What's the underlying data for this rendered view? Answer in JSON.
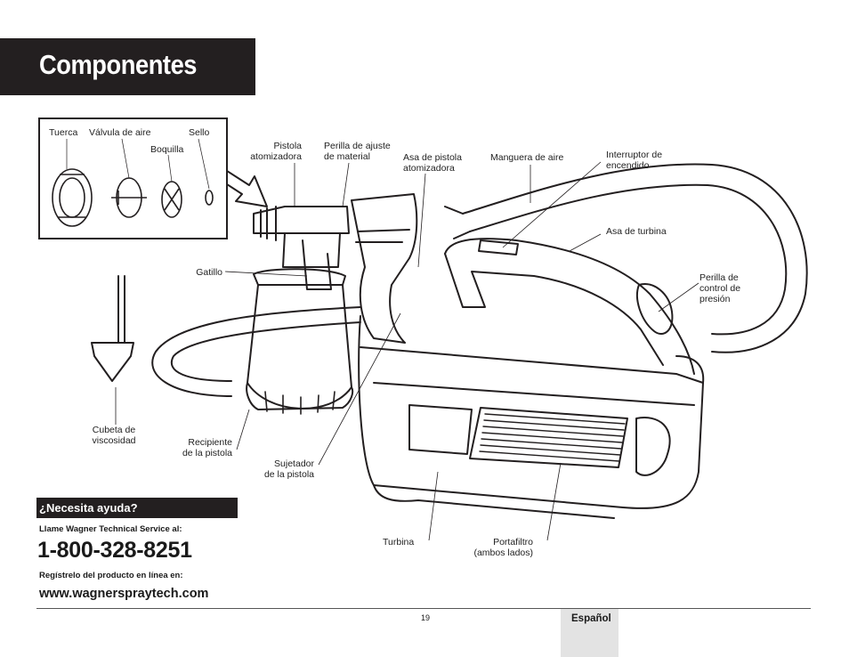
{
  "header": {
    "title": "Componentes"
  },
  "inset": {
    "labels": {
      "tuerca": "Tuerca",
      "valvula": "Válvula de aire",
      "sello": "Sello",
      "boquilla": "Boquilla"
    }
  },
  "labels": {
    "pistola": "Pistola\natomizadora",
    "perilla_material": "Perilla de ajuste\nde material",
    "asa_pistola": "Asa de pistola\natomizadora",
    "manguera": "Manguera de aire",
    "interruptor": "Interruptor de\nencendido",
    "asa_turbina": "Asa de turbina",
    "perilla_presion": "Perilla de\ncontrol de\npresión",
    "gatillo": "Gatillo",
    "cubeta": "Cubeta de\nviscosidad",
    "recipiente": "Recipiente\nde la pistola",
    "sujetador": "Sujetador\nde la pistola",
    "turbina": "Turbina",
    "portafiltro": "Portafiltro\n(ambos lados)"
  },
  "help": {
    "heading": "¿Necesita ayuda?",
    "call_text": "Llame Wagner Technical Service al:",
    "phone": "1-800-328-8251",
    "register_text": "Regístrelo del producto en línea en:",
    "url": "www.wagnerspraytech.com"
  },
  "footer": {
    "page_number": "19",
    "language": "Español"
  }
}
